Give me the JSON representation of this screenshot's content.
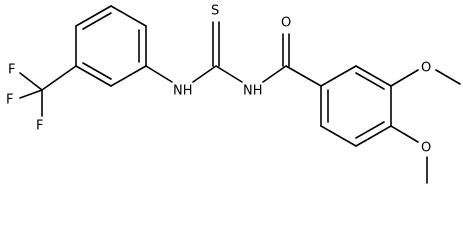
{
  "diagram": {
    "type": "chemical-structure",
    "atoms": {
      "f1": "F",
      "f2": "F",
      "f3": "F",
      "nh_left": "NH",
      "s": "S",
      "nh_right": "NH",
      "o_carbonyl": "O",
      "o_methoxy_top": "O",
      "o_methoxy_bottom": "O"
    },
    "colors": {
      "bond": "#000000",
      "label": "#000000",
      "background": "#ffffff"
    }
  }
}
